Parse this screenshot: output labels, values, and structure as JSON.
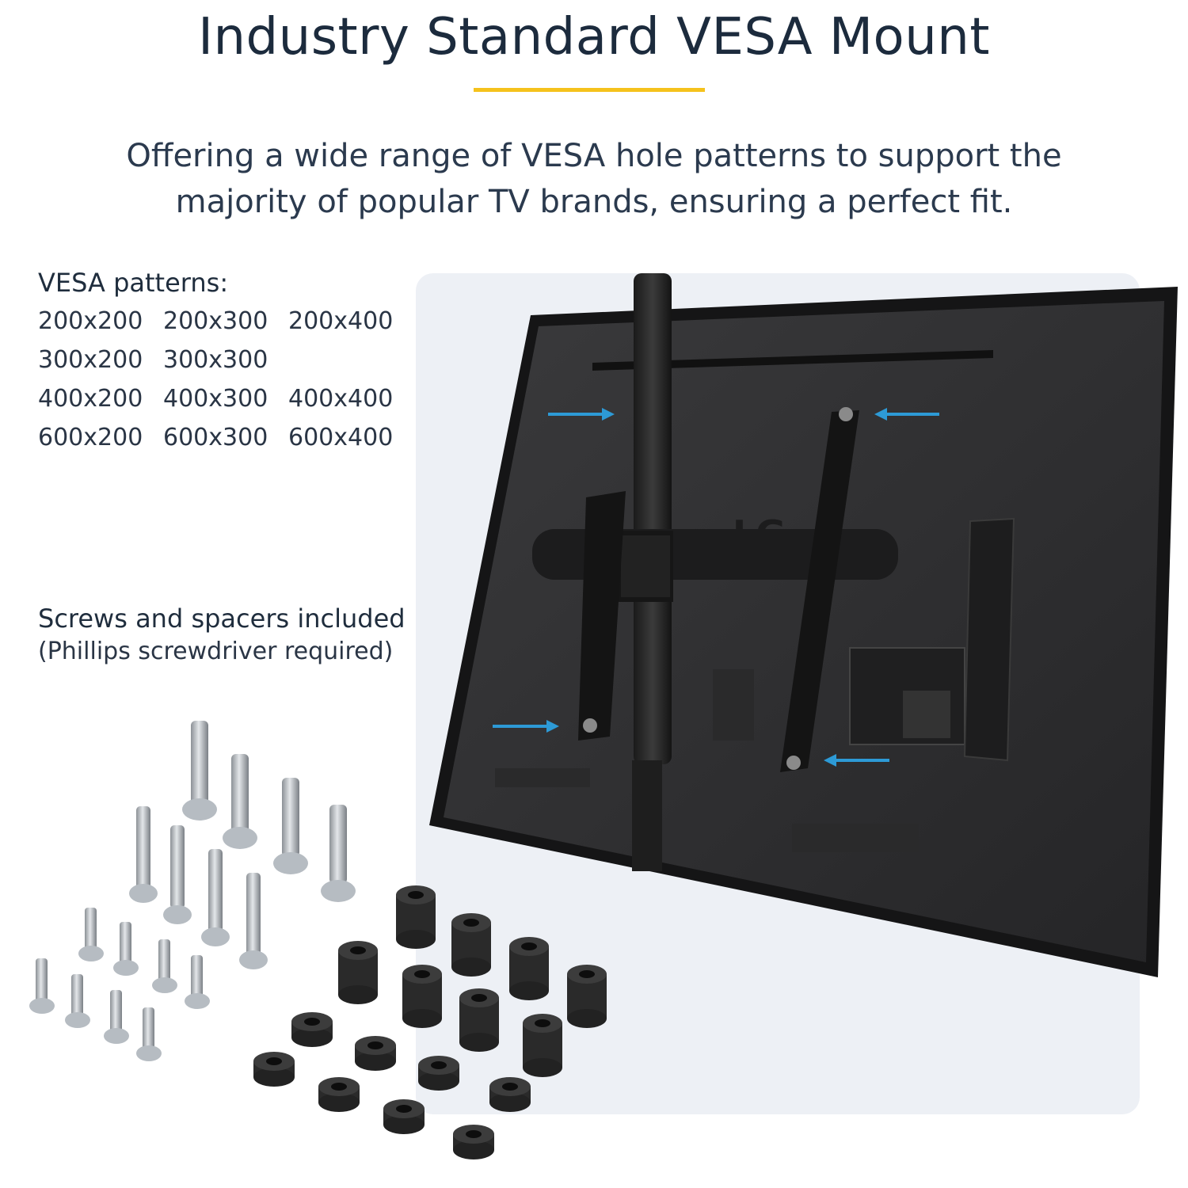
{
  "header": {
    "title": "Industry Standard VESA Mount",
    "subtitle_line1": "Offering a wide range of VESA hole patterns to support the",
    "subtitle_line2": "majority of popular TV brands, ensuring a perfect fit."
  },
  "vesa": {
    "heading": "VESA patterns:",
    "rows": [
      [
        "200x200",
        "200x300",
        "200x400"
      ],
      [
        "300x200",
        "300x300",
        ""
      ],
      [
        "400x200",
        "400x300",
        "400x400"
      ],
      [
        "600x200",
        "600x300",
        "600x400"
      ]
    ]
  },
  "hardware": {
    "heading": "Screws and spacers included",
    "note": "(Phillips screwdriver required)"
  },
  "colors": {
    "accent": "#f5c21c",
    "arrow": "#2d9ad6",
    "tv_back": "#2b2b2d"
  },
  "photo": {
    "tv_logo": "LG"
  }
}
